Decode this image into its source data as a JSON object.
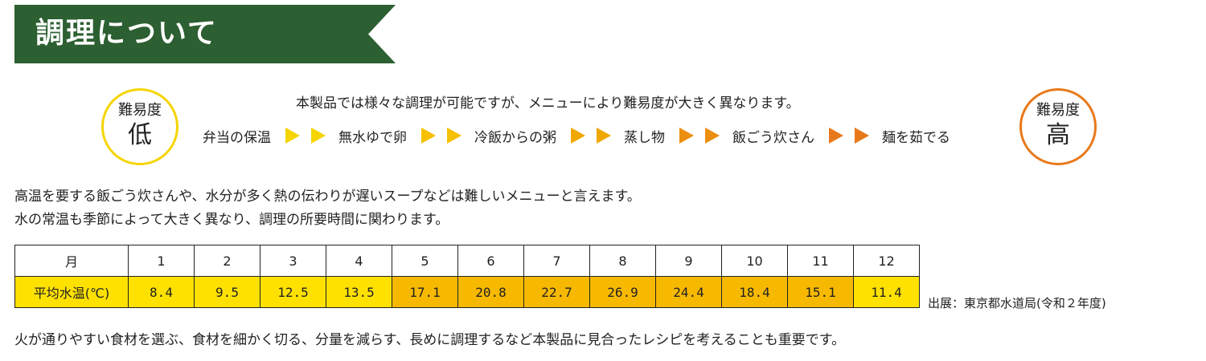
{
  "header": {
    "title": "調理について",
    "banner_color": "#2c5f31"
  },
  "difficulty": {
    "low": {
      "label": "難易度",
      "value": "低",
      "border_color": "#f5d400"
    },
    "high": {
      "label": "難易度",
      "value": "高",
      "border_color": "#e8791a"
    }
  },
  "intro_text": "本製品では様々な調理が可能ですが、メニューにより難易度が大きく異なります。",
  "flow": {
    "steps": [
      "弁当の保温",
      "無水ゆで卵",
      "冷飯からの粥",
      "蒸し物",
      "飯ごう炊さん",
      "麺を茹でる"
    ],
    "arrow_colors": [
      [
        "#f5d400",
        "#f5d400"
      ],
      [
        "#f5c000",
        "#f5c000"
      ],
      [
        "#f0a800",
        "#f0a800"
      ],
      [
        "#ec8e10",
        "#ec8e10"
      ],
      [
        "#e8791a",
        "#e8791a"
      ]
    ]
  },
  "description": {
    "line1": "高温を要する飯ごう炊さんや、水分が多く熱の伝わりが遅いスープなどは難しいメニューと言えます。",
    "line2": "水の常温も季節によって大きく異なり、調理の所要時間に関わります。",
    "line3": "火が通りやすい食材を選ぶ、食材を細かく切る、分量を減らす、長めに調理するなど本製品に見合ったレシピを考えることも重要です。"
  },
  "table": {
    "header_label": "月",
    "row_label": "平均水温(℃)",
    "months": [
      "1",
      "2",
      "3",
      "4",
      "5",
      "6",
      "7",
      "8",
      "9",
      "10",
      "11",
      "12"
    ],
    "values": [
      "8.4",
      "9.5",
      "12.5",
      "13.5",
      "17.1",
      "20.8",
      "22.7",
      "26.9",
      "24.4",
      "18.4",
      "15.1",
      "11.4"
    ],
    "cell_colors": [
      "#ffe100",
      "#ffe100",
      "#ffe100",
      "#ffe100",
      "#f7b900",
      "#f7b900",
      "#f7b900",
      "#f7b900",
      "#f7b900",
      "#f7b900",
      "#f7b900",
      "#ffe100"
    ],
    "source": "出展：東京都水道局(令和２年度)"
  }
}
